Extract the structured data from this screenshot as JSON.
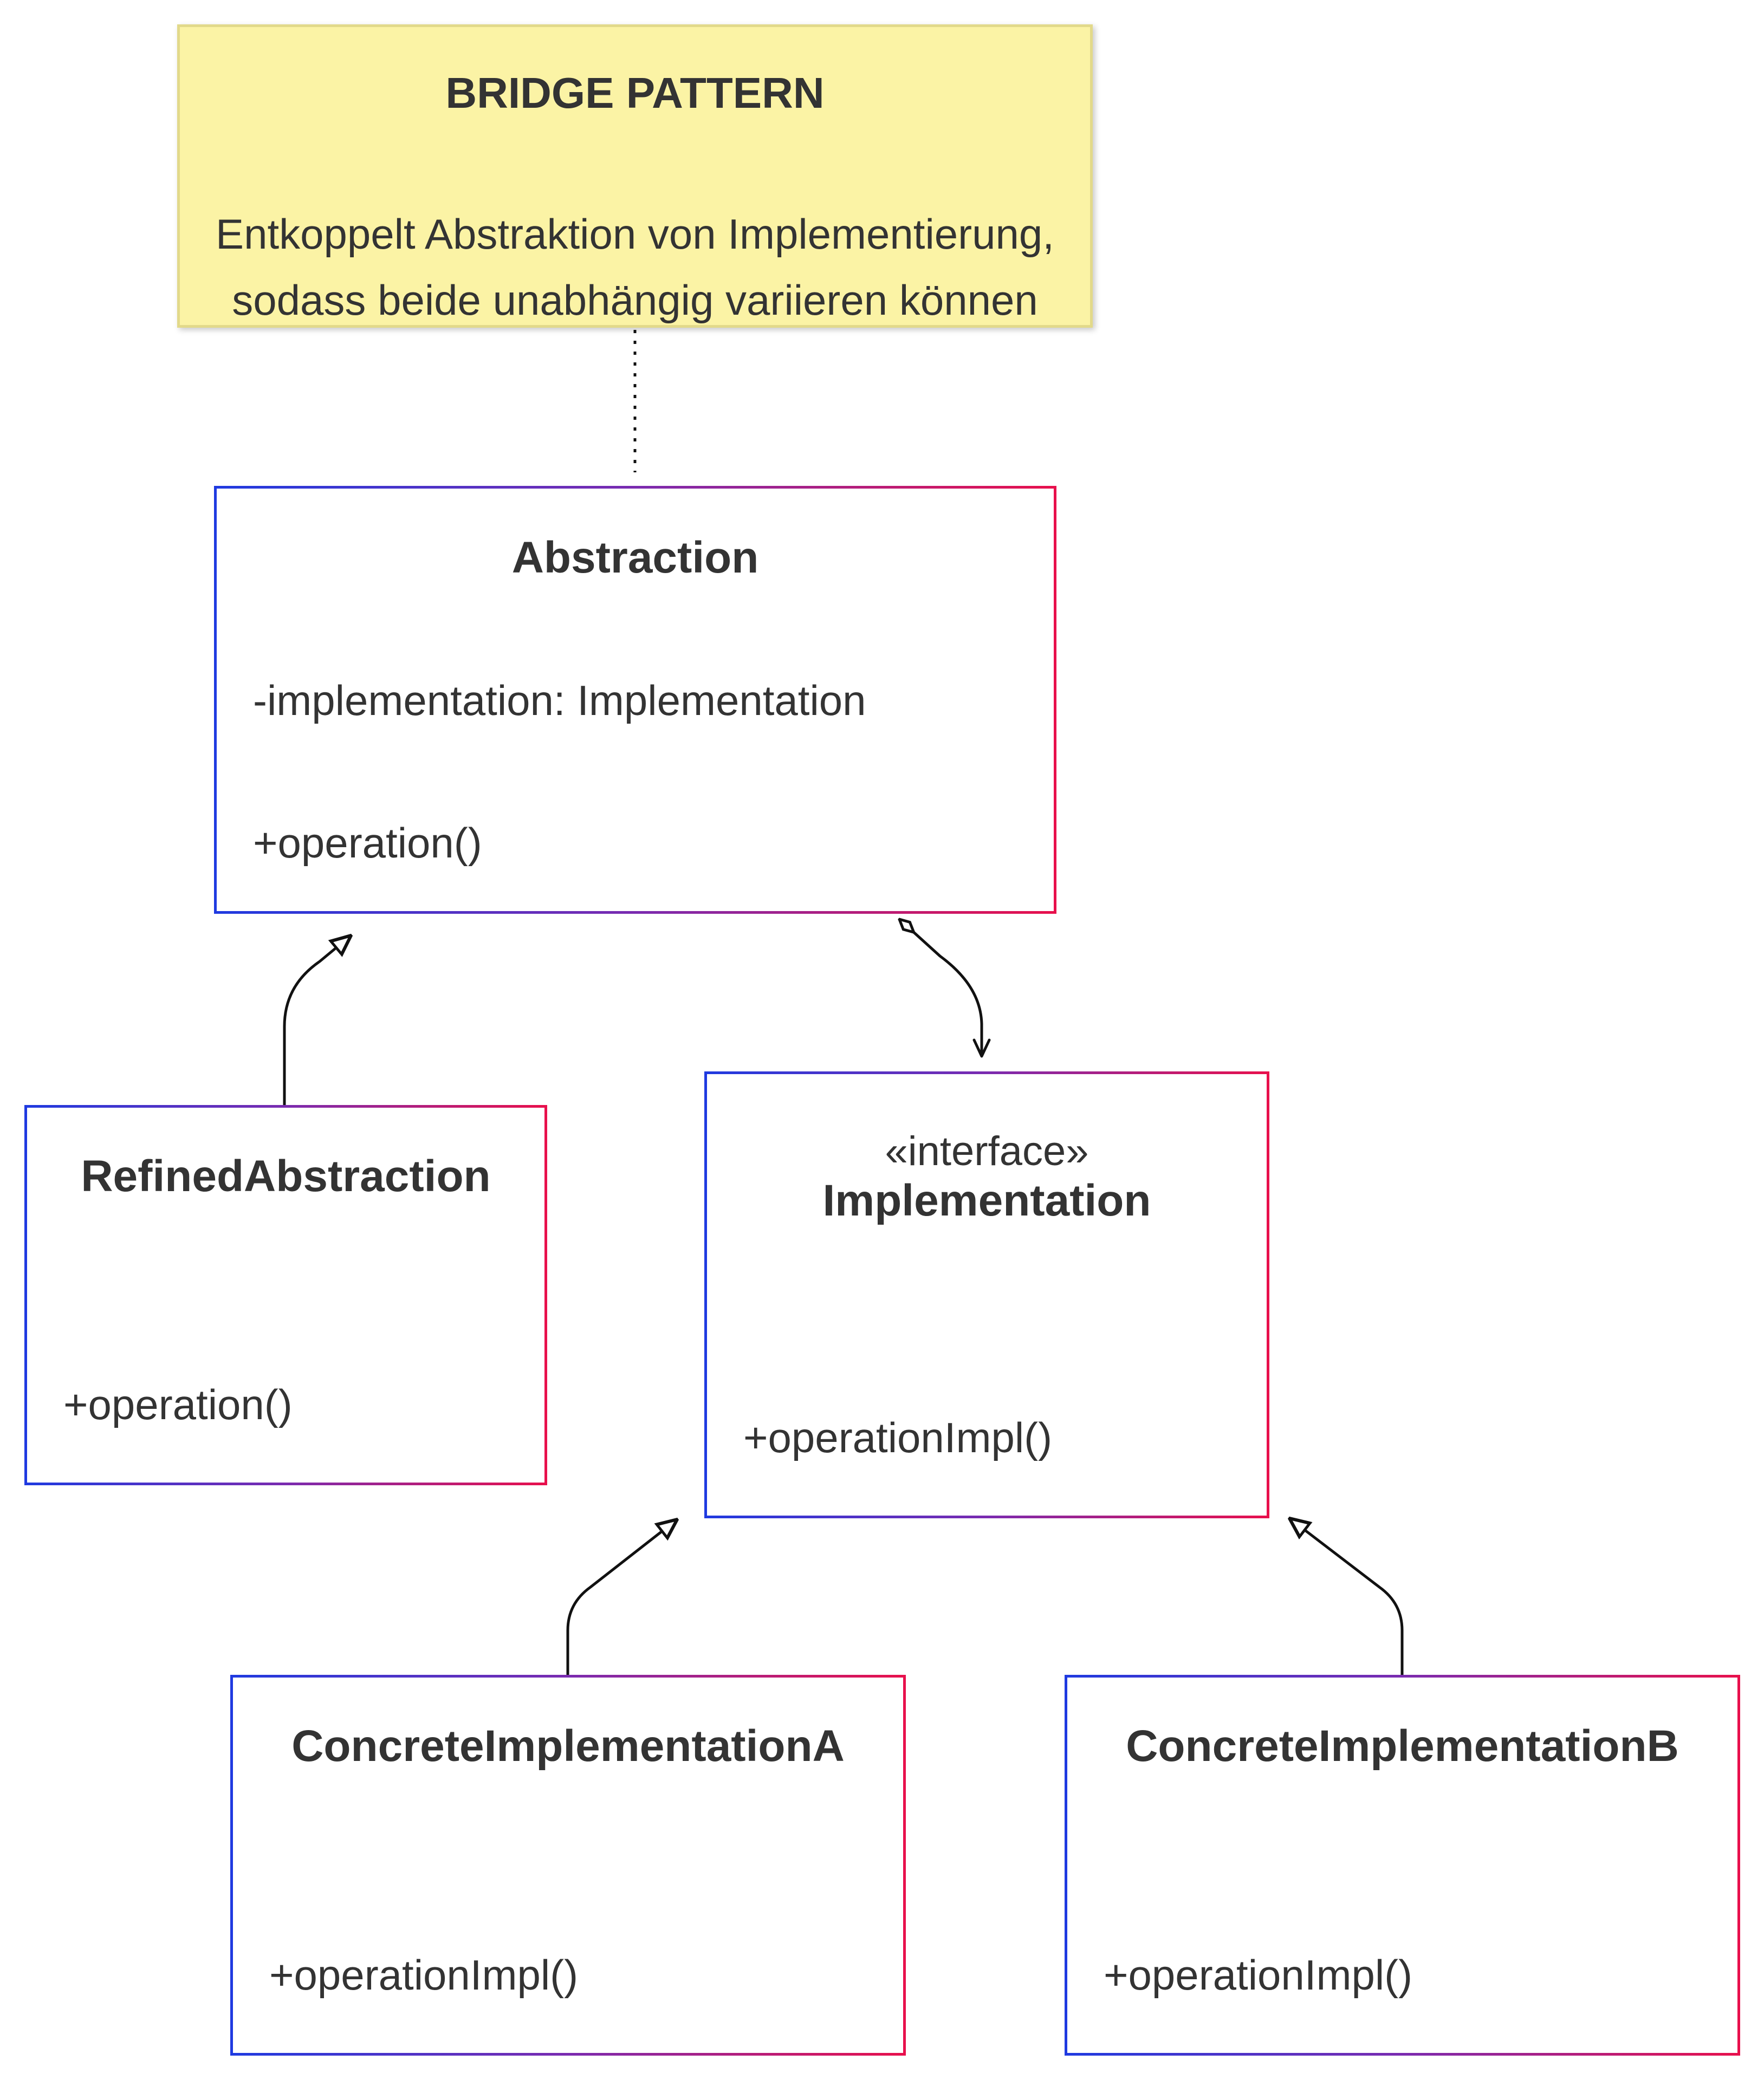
{
  "note": {
    "title": "BRIDGE PATTERN",
    "lines": [
      "Entkoppelt Abstraktion von Implementierung,",
      "sodass beide unabhängig variieren können"
    ]
  },
  "classes": {
    "abstraction": {
      "name": "Abstraction",
      "attributes": [
        "-implementation: Implementation"
      ],
      "methods": [
        "+operation()"
      ]
    },
    "refined_abstraction": {
      "name": "RefinedAbstraction",
      "attributes": [],
      "methods": [
        "+operation()"
      ]
    },
    "implementation": {
      "stereotype": "«interface»",
      "name": "Implementation",
      "attributes": [],
      "methods": [
        "+operationImpl()"
      ]
    },
    "concrete_a": {
      "name": "ConcreteImplementationA",
      "attributes": [],
      "methods": [
        "+operationImpl()"
      ]
    },
    "concrete_b": {
      "name": "ConcreteImplementationB",
      "attributes": [],
      "methods": [
        "+operationImpl()"
      ]
    }
  },
  "relations": [
    {
      "type": "note-link",
      "from": "note",
      "to": "abstraction"
    },
    {
      "type": "inheritance",
      "from": "refined_abstraction",
      "to": "abstraction"
    },
    {
      "type": "aggregation",
      "from": "abstraction",
      "to": "implementation"
    },
    {
      "type": "realization",
      "from": "concrete_a",
      "to": "implementation"
    },
    {
      "type": "realization",
      "from": "concrete_b",
      "to": "implementation"
    }
  ],
  "colors": {
    "border_gradient_start": "#1f3ae0",
    "border_gradient_mid": "#7a2bb0",
    "border_gradient_end": "#e8104c",
    "note_fill": "#fbf3a5",
    "note_border": "#e2d98a",
    "text": "#333333",
    "edge": "#111111"
  }
}
